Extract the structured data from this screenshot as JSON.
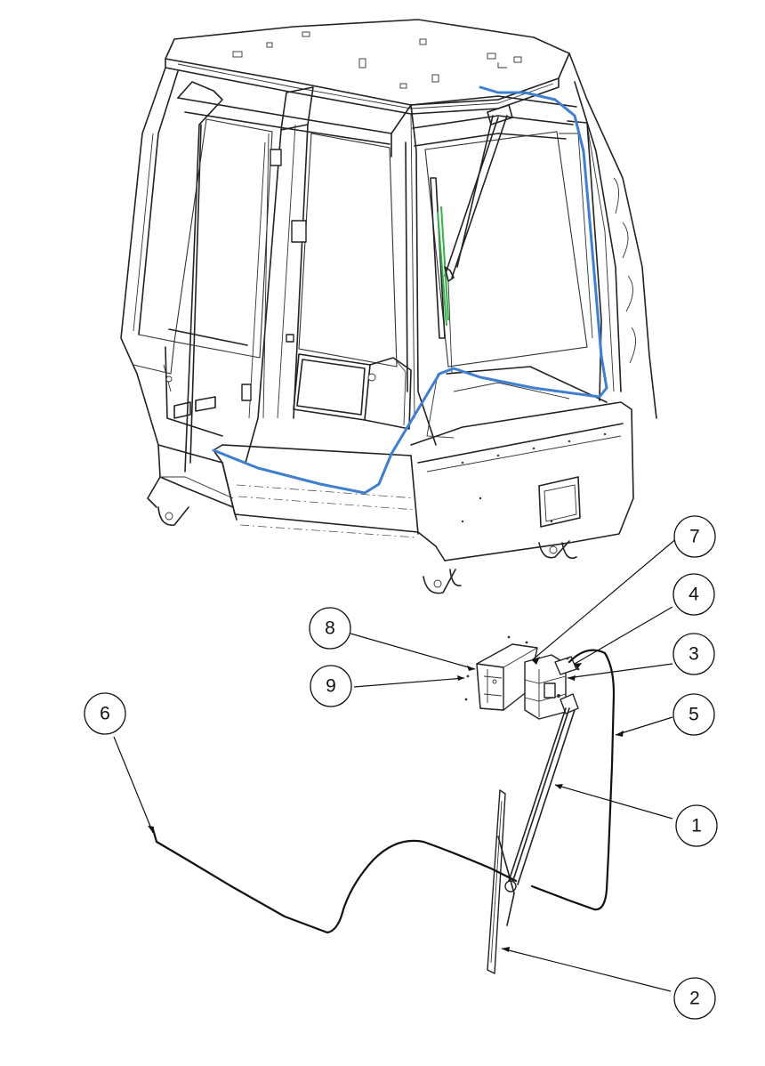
{
  "balloons": [
    {
      "id": "b1",
      "label": "1"
    },
    {
      "id": "b2",
      "label": "2"
    },
    {
      "id": "b3",
      "label": "3"
    },
    {
      "id": "b4",
      "label": "4"
    },
    {
      "id": "b5",
      "label": "5"
    },
    {
      "id": "b6",
      "label": "6"
    },
    {
      "id": "b7",
      "label": "7"
    },
    {
      "id": "b8",
      "label": "8"
    },
    {
      "id": "b9",
      "label": "9"
    }
  ],
  "colors": {
    "line": "#222222",
    "wiring_highlight": "#3f7fd0",
    "wiper_highlight": "#36b04a",
    "background": "#ffffff"
  }
}
